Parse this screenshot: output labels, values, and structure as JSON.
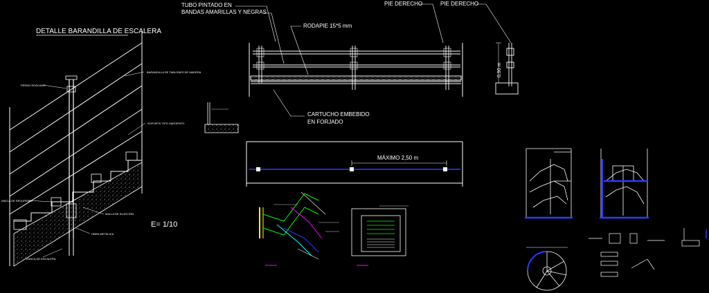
{
  "title": "DETALLE BARANDILLA DE ESCALERA",
  "scale": "E= 1/10",
  "labels": {
    "tubo_line1": "TUBO PINTADO EN",
    "tubo_line2": "BANDAS AMARILLAS Y NEGRAS",
    "rodapie": "RODAPIE 15*5 mm",
    "pie_derecho_1": "PIE DERECHO",
    "pie_derecho_2": "PIE DERECHO",
    "cartucho_line1": "CARTUCHO EMBEBIDO",
    "cartucho_line2": "EN FORJADO",
    "maximo": "MÁXIMO 2,50 m",
    "altura": "0,90 m",
    "perno": "PERNO ROSCADO",
    "barandilla": "BARANDILLA DE TABLONES DE MADERA",
    "soporte": "SOPORTE TIPO SARGENTO",
    "ancla": "ANCLA DE SEGURIDAD",
    "malla": "MALLA DE SUJECIÓN",
    "obra": "OBRA METÁLICA",
    "zanca": "ZANCA DE ESCALERA"
  },
  "colors": {
    "background": "#000000",
    "lines": "#ffffff",
    "accent_blue": "#2a3cff",
    "accent_yellow": "#ffff00",
    "accent_green": "#00ff00",
    "accent_magenta": "#ff00ff",
    "accent_cyan": "#00ffff"
  }
}
